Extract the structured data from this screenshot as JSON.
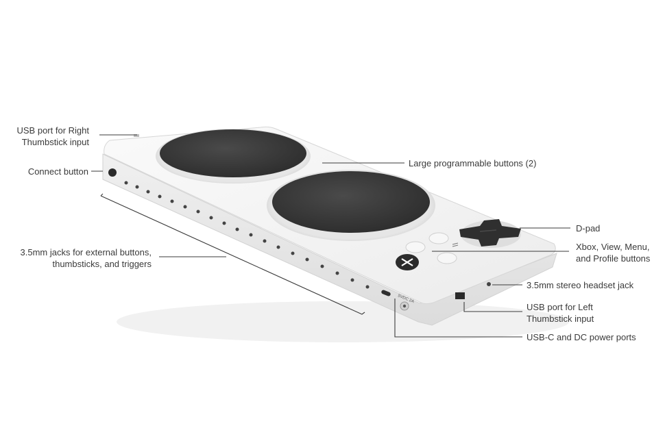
{
  "callouts": {
    "usb_right": {
      "line1": "USB port for Right",
      "line2": "Thumbstick input"
    },
    "connect": "Connect button",
    "jacks": {
      "line1": "3.5mm jacks for external buttons,",
      "line2": "thumbsticks, and triggers"
    },
    "large_buttons": "Large programmable buttons (2)",
    "dpad": "D-pad",
    "xbox_buttons": {
      "line1": "Xbox, View, Menu,",
      "line2": "and Profile buttons"
    },
    "headset": "3.5mm stereo headset jack",
    "usb_left": {
      "line1": "USB port for Left",
      "line2": "Thumbstick input"
    },
    "power": "USB-C and DC power ports"
  },
  "device_markings": {
    "dc_rating": "5VDC 2A"
  },
  "colors": {
    "device_body": "#f3f3f3",
    "button_pad": "#3b3b3b",
    "label_text": "#3a3a3a"
  }
}
